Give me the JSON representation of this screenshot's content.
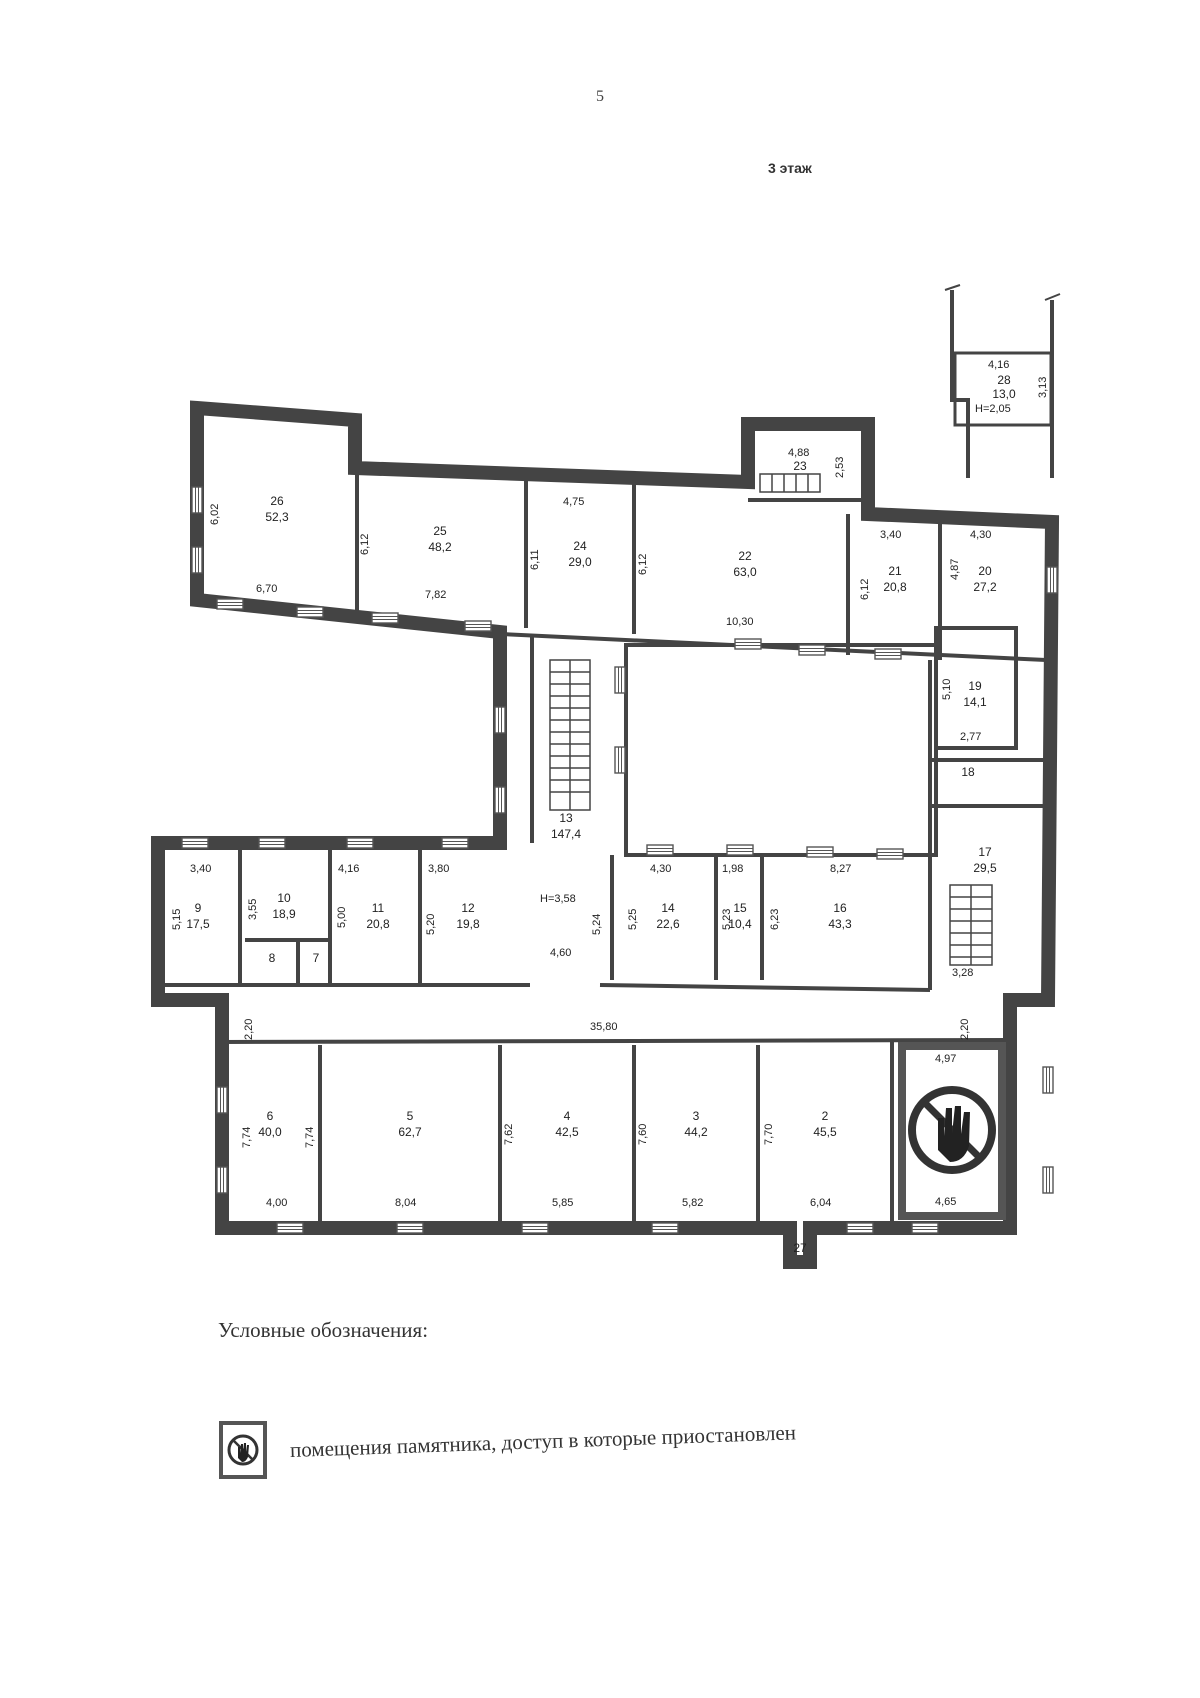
{
  "page_number": "5",
  "floor_title": "3 этаж",
  "rooms": [
    {
      "number": "26",
      "area": "52,3"
    },
    {
      "number": "25",
      "area": "48,2"
    },
    {
      "number": "24",
      "area": "29,0"
    },
    {
      "number": "23",
      "area": ""
    },
    {
      "number": "22",
      "area": "63,0"
    },
    {
      "number": "21",
      "area": "20,8"
    },
    {
      "number": "20",
      "area": "27,2"
    },
    {
      "number": "19",
      "area": "14,1"
    },
    {
      "number": "18",
      "area": ""
    },
    {
      "number": "17",
      "area": "29,5"
    },
    {
      "number": "16",
      "area": "43,3"
    },
    {
      "number": "15",
      "area": "10,4"
    },
    {
      "number": "14",
      "area": "22,6"
    },
    {
      "number": "13",
      "area": "147,4"
    },
    {
      "number": "12",
      "area": "19,8"
    },
    {
      "number": "11",
      "area": "20,8"
    },
    {
      "number": "10",
      "area": "18,9"
    },
    {
      "number": "9",
      "area": "17,5"
    },
    {
      "number": "8",
      "area": ""
    },
    {
      "number": "7",
      "area": ""
    },
    {
      "number": "6",
      "area": "40,0"
    },
    {
      "number": "5",
      "area": "62,7"
    },
    {
      "number": "4",
      "area": "42,5"
    },
    {
      "number": "3",
      "area": "44,2"
    },
    {
      "number": "2",
      "area": "45,5"
    },
    {
      "number": "27",
      "area": ""
    },
    {
      "number": "28",
      "area": "13,0"
    }
  ],
  "dimensions": [
    "6,02",
    "6,70",
    "6,12",
    "7,82",
    "4,75",
    "6,11",
    "4,88",
    "2,53",
    "6,12",
    "10,30",
    "3,40",
    "6,12",
    "4,30",
    "4,87",
    "5,10",
    "2,77",
    "8,27",
    "6,23",
    "1,98",
    "5,23",
    "4,30",
    "5,25",
    "H=3,58",
    "4,60",
    "5,24",
    "3,80",
    "5,20",
    "4,16",
    "5,00",
    "3,55",
    "3,40",
    "5,15",
    "2,20",
    "2,20",
    "35,80",
    "7,74",
    "4,00",
    "7,74",
    "8,04",
    "7,62",
    "5,85",
    "7,60",
    "5,82",
    "7,70",
    "6,04",
    "4,97",
    "4,65",
    "3,28",
    "4,16",
    "3,13",
    "H=2,05"
  ],
  "legend": {
    "title": "Условные обозначения:",
    "restricted_text": "помещения памятника, доступ в которые приостановлен"
  },
  "icons": {
    "restricted": "no-entry-hand-icon",
    "stairs": "stairs-icon",
    "window": "window-icon"
  },
  "colors": {
    "wall": "#444444",
    "restricted_frame": "#555555",
    "background": "#ffffff"
  }
}
